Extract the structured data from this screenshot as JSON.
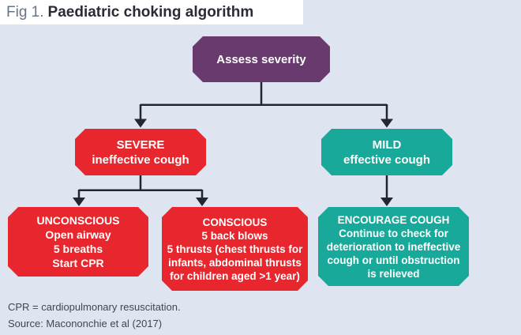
{
  "title": {
    "prefix": "Fig 1.",
    "text": "Paediatric choking algorithm"
  },
  "nodes": {
    "assess": {
      "label": "Assess severity"
    },
    "severe": {
      "title": "SEVERE",
      "body": "ineffective cough"
    },
    "mild": {
      "title": "MILD",
      "body": "effective cough"
    },
    "unconscious": {
      "title": "UNCONSCIOUS",
      "lines": [
        "Open airway",
        "5 breaths",
        "Start CPR"
      ]
    },
    "conscious": {
      "title": "CONSCIOUS",
      "lines": [
        "5 back blows",
        "5 thrusts (chest thrusts for infants, abdominal thrusts for children aged >1 year)"
      ]
    },
    "encourage": {
      "title": "ENCOURAGE COUGH",
      "body": "Continue to check for deterioration to ineffective cough or until obstruction is relieved"
    }
  },
  "footer": {
    "note": "CPR = cardiopulmonary resuscitation.",
    "source": "Source: Macononchie et al (2017)"
  },
  "colors": {
    "background": "#dfe4f1",
    "title_strip": "#ffffff",
    "purple_node": "#693a6e",
    "red_node": "#e8262d",
    "teal_node": "#19a99a",
    "connector": "#232531",
    "title_prefix": "#697582",
    "title_text": "#2b2b38",
    "footer_text": "#3f4654"
  }
}
